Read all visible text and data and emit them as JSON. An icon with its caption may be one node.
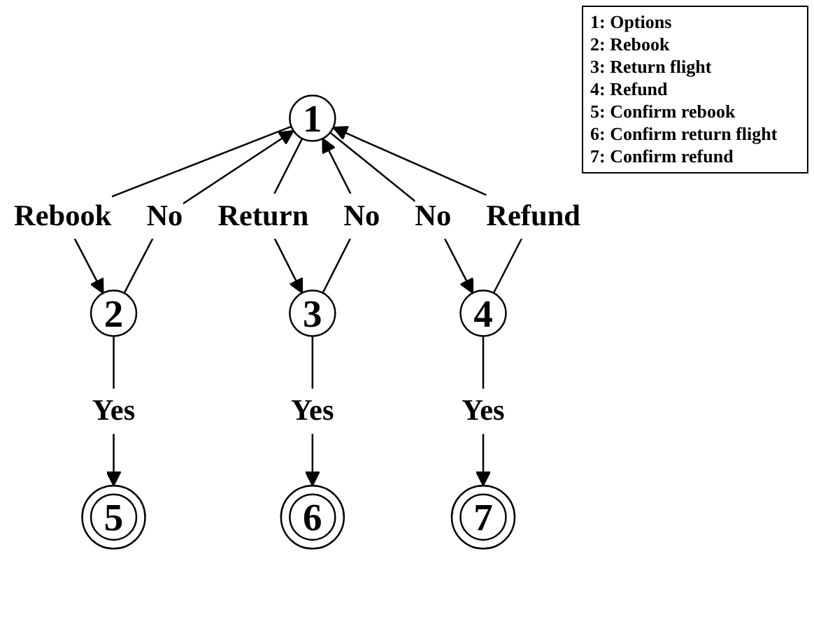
{
  "diagram": {
    "nodes": [
      {
        "text": [
          "1"
        ]
      },
      {
        "text": [
          "2"
        ]
      },
      {
        "text": [
          "3"
        ]
      },
      {
        "text": [
          "4"
        ]
      },
      {
        "text": [
          "5"
        ]
      },
      {
        "text": [
          "6"
        ]
      },
      {
        "text": [
          "7"
        ]
      }
    ],
    "edges": [
      {
        "from": 0,
        "to": 1,
        "arrow": "to",
        "label": "Rebook"
      },
      {
        "from": 1,
        "to": 0,
        "arrow": "to",
        "label": "No"
      },
      {
        "from": 0,
        "to": 2,
        "arrow": "to",
        "label": "Return"
      },
      {
        "from": 2,
        "to": 0,
        "arrow": "to",
        "label": "No"
      },
      {
        "from": 3,
        "to": 0,
        "arrow": "to",
        "label": "Refund"
      },
      {
        "from": 0,
        "to": 3,
        "arrow": "to",
        "label": "No"
      },
      {
        "from": 1,
        "to": 4,
        "arrow": "to",
        "label": "Yes"
      },
      {
        "from": 2,
        "to": 5,
        "arrow": "to",
        "label": "Yes"
      },
      {
        "from": 3,
        "to": 6,
        "arrow": "to",
        "label": "Yes"
      }
    ],
    "labels": [
      "1: Options",
      "2: Rebook",
      "3: Return flight",
      "4: Refund",
      "5: Confirm rebook",
      "6: Confirm return flight",
      "7: Confirm refund"
    ]
  }
}
